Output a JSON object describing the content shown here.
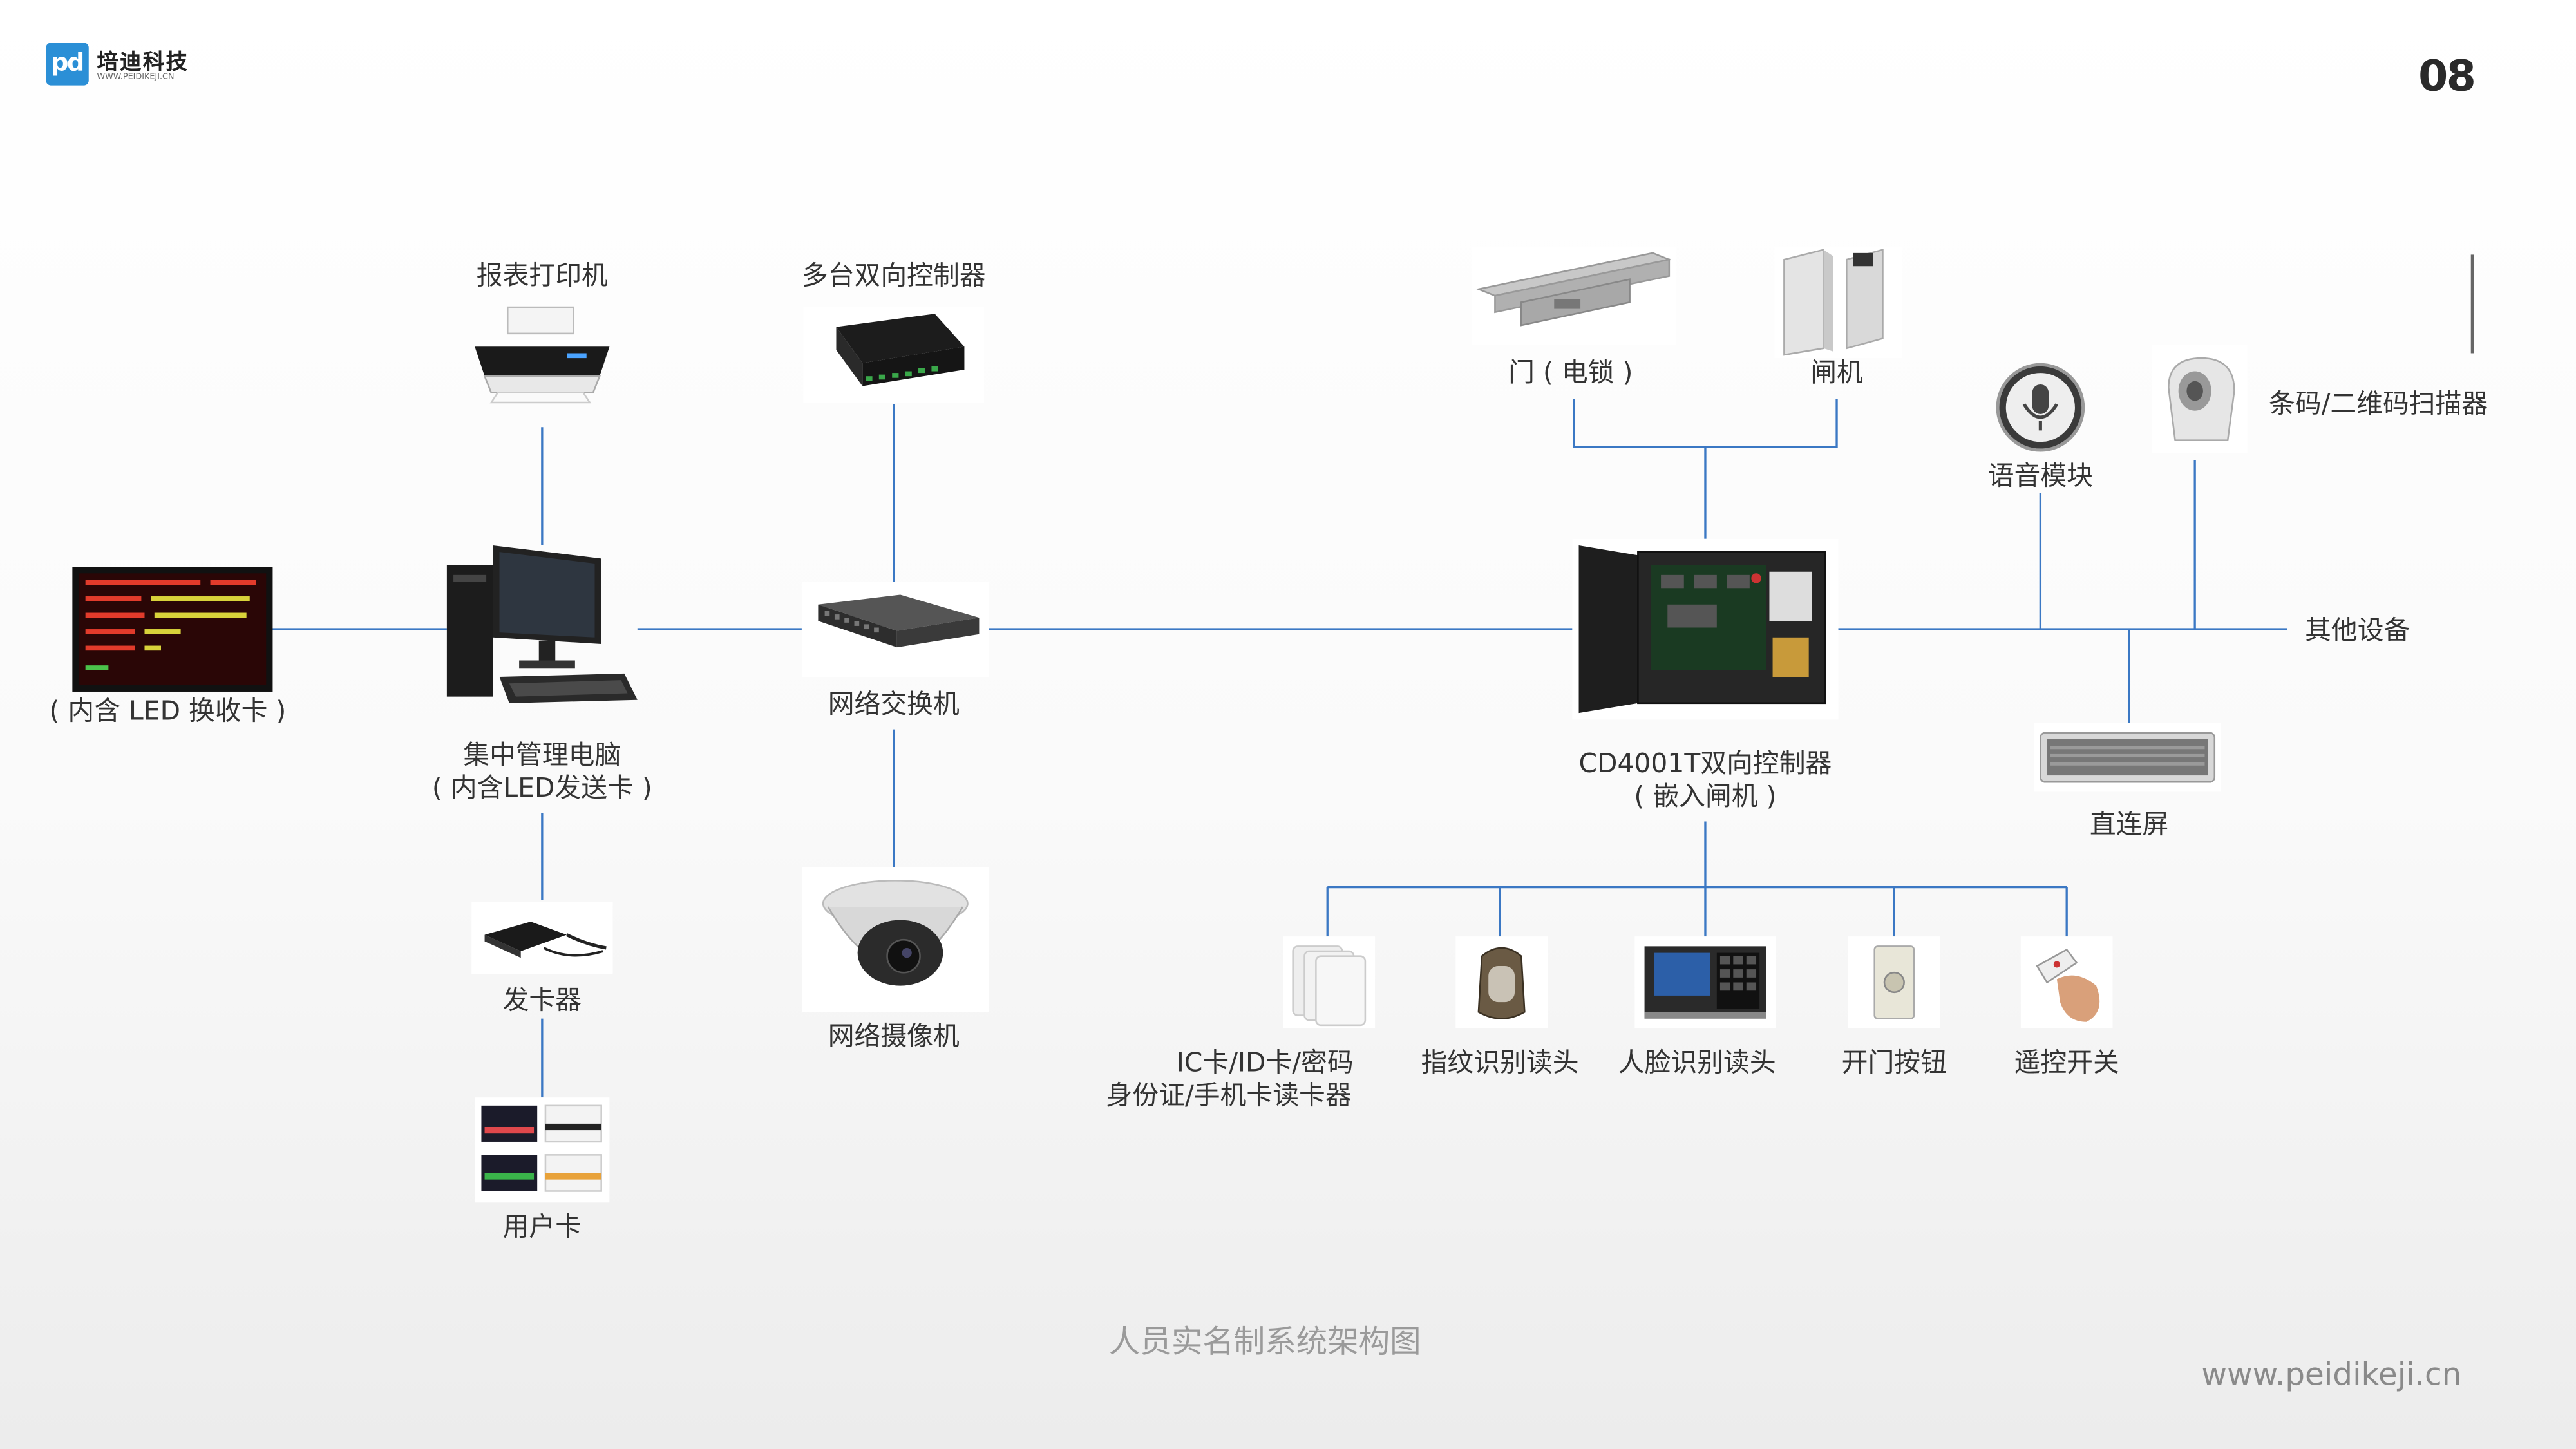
{
  "brand": {
    "logo_mark": "pd",
    "name": "培迪科技",
    "url": "WWW.PEIDIKEJI.CN"
  },
  "page_number": "08",
  "caption": "人员实名制系统架构图",
  "website": "www.peidikeji.cn",
  "colors": {
    "line": "#3b78c4",
    "brand": "#2b8fd6"
  },
  "nodes": {
    "led_screen": {
      "label": "( 内含 LED 换收卡 )",
      "icon": "led-display-icon"
    },
    "printer": {
      "label": "报表打印机",
      "icon": "printer-icon"
    },
    "pc": {
      "label_1": "集中管理电脑",
      "label_2": "( 内含LED发送卡 )",
      "icon": "desktop-computer-icon"
    },
    "card_issuer": {
      "label": "发卡器",
      "icon": "card-issuer-icon"
    },
    "user_card": {
      "label": "用户卡",
      "icon": "user-card-icon"
    },
    "multi_controller": {
      "label": "多台双向控制器",
      "icon": "controller-board-icon"
    },
    "network_switch": {
      "label": "网络交换机",
      "icon": "network-switch-icon"
    },
    "camera": {
      "label": "网络摄像机",
      "icon": "dome-camera-icon"
    },
    "door_lock": {
      "label": "门 ( 电锁 )",
      "icon": "electric-lock-icon"
    },
    "turnstile": {
      "label": "闸机",
      "icon": "turnstile-icon"
    },
    "controller": {
      "label_1": "CD4001T双向控制器",
      "label_2": "( 嵌入闸机 )",
      "icon": "controller-cabinet-icon"
    },
    "voice_module": {
      "label": "语音模块",
      "icon": "microphone-icon"
    },
    "scanner": {
      "label": "条码/二维码扫描器",
      "icon": "barcode-scanner-icon"
    },
    "other_devices": {
      "label": "其他设备"
    },
    "direct_screen": {
      "label": "直连屏",
      "icon": "led-bar-icon"
    },
    "card_reader": {
      "label_1": "IC卡/ID卡/密码",
      "label_2": "身份证/手机卡读卡器",
      "icon": "card-reader-icon"
    },
    "fingerprint": {
      "label": "指纹识别读头",
      "icon": "fingerprint-reader-icon"
    },
    "face_reader": {
      "label": "人脸识别读头",
      "icon": "face-terminal-icon"
    },
    "exit_button": {
      "label": "开门按钮",
      "icon": "exit-button-icon"
    },
    "remote": {
      "label": "遥控开关",
      "icon": "remote-control-icon"
    }
  }
}
